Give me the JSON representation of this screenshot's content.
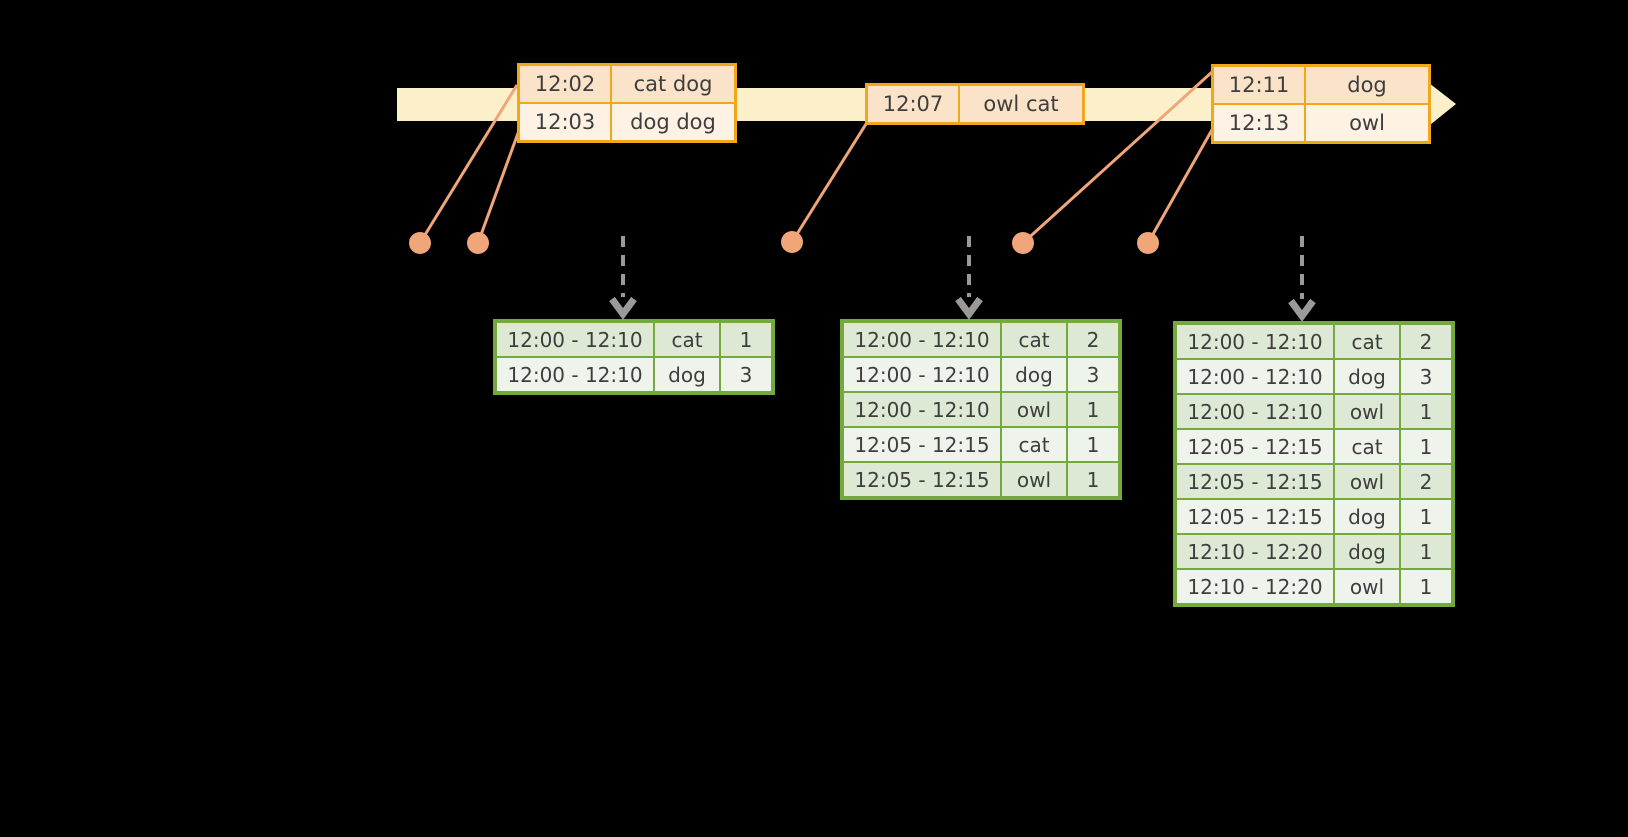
{
  "colors": {
    "gold": "#F0A81A",
    "peach-dark": "#FAE3C9",
    "peach-light": "#FDF2E3",
    "cream": "#FBF0C9",
    "salmon": "#F0A678",
    "green": "#74A93E",
    "green-row-dark": "#DEE9D5",
    "green-row-light": "#EEF3EB",
    "text": "#3E3E3E",
    "gray": "#9A9A9A",
    "bg": "#000000"
  },
  "timeline": {
    "event_tables": [
      {
        "rows": [
          [
            "12:02",
            "cat dog"
          ],
          [
            "12:03",
            "dog dog"
          ]
        ]
      },
      {
        "rows": [
          [
            "12:07",
            "owl cat"
          ]
        ]
      },
      {
        "rows": [
          [
            "12:11",
            "dog"
          ],
          [
            "12:13",
            "owl"
          ]
        ]
      }
    ]
  },
  "result_tables": [
    {
      "rows": [
        [
          "12:00 - 12:10",
          "cat",
          "1"
        ],
        [
          "12:00 - 12:10",
          "dog",
          "3"
        ]
      ]
    },
    {
      "rows": [
        [
          "12:00 - 12:10",
          "cat",
          "2"
        ],
        [
          "12:00 - 12:10",
          "dog",
          "3"
        ],
        [
          "12:00 - 12:10",
          "owl",
          "1"
        ],
        [
          "12:05 - 12:15",
          "cat",
          "1"
        ],
        [
          "12:05 - 12:15",
          "owl",
          "1"
        ]
      ]
    },
    {
      "rows": [
        [
          "12:00 - 12:10",
          "cat",
          "2"
        ],
        [
          "12:00 - 12:10",
          "dog",
          "3"
        ],
        [
          "12:00 - 12:10",
          "owl",
          "1"
        ],
        [
          "12:05 - 12:15",
          "cat",
          "1"
        ],
        [
          "12:05 - 12:15",
          "owl",
          "2"
        ],
        [
          "12:05 - 12:15",
          "dog",
          "1"
        ],
        [
          "12:10 - 12:20",
          "dog",
          "1"
        ],
        [
          "12:10 - 12:20",
          "owl",
          "1"
        ]
      ]
    }
  ]
}
